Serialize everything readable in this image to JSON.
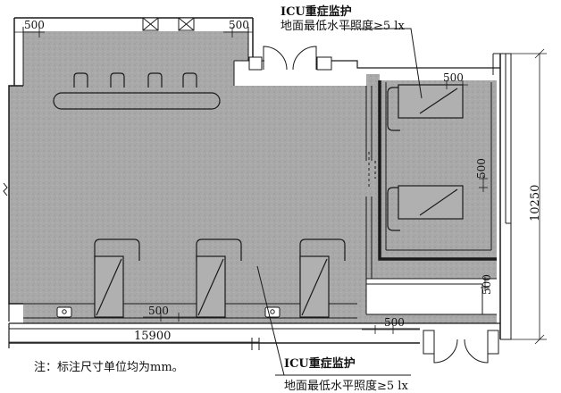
{
  "labels": {
    "top_title": "ICU重症监护",
    "top_sub": "地面最低水平照度≥5 lx",
    "bottom_title": "ICU重症监护",
    "bottom_sub": "地面最低水平照度≥5 lx"
  },
  "dimensions": {
    "d500_top_left": "500",
    "d500_top_right": "500",
    "d500_right_bed_top": "500",
    "d500_right_bed_mid": "500",
    "d500_right_lower": "500",
    "d500_bottom_mid": "500",
    "d500_bottom_right": "500",
    "overall_width": "15900",
    "overall_height": "10250"
  },
  "note": "注：标注尺寸单位均为mm。",
  "colors": {
    "floor": "#a8a8a8",
    "wall": "#1a1a1a",
    "background": "#ffffff"
  }
}
